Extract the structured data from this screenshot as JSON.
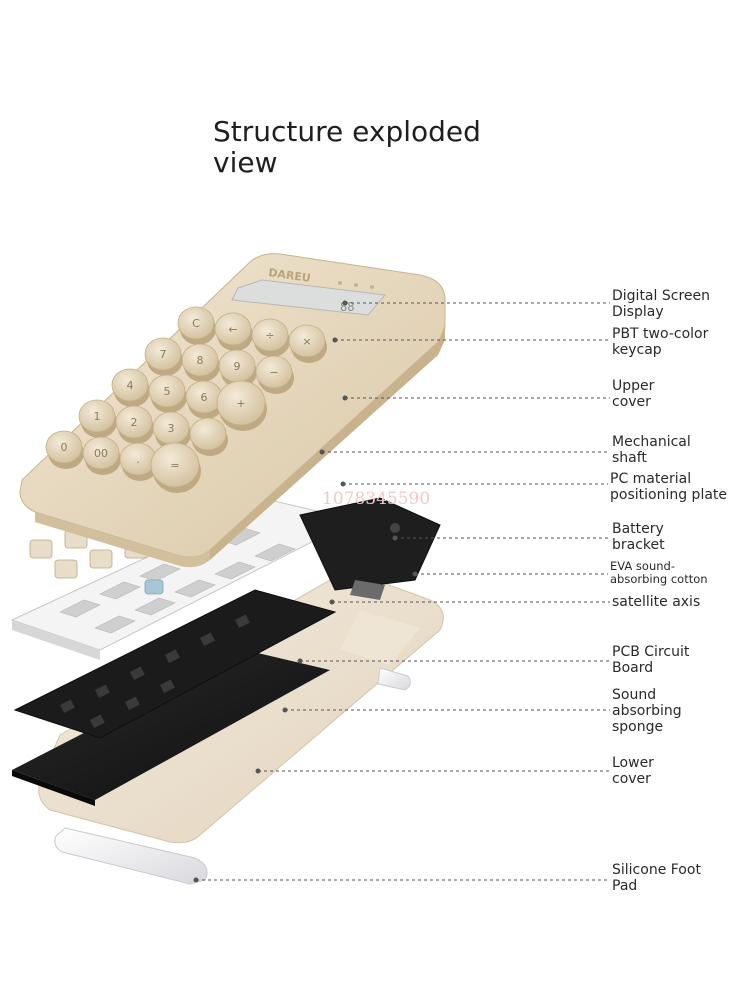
{
  "title": "Structure exploded view",
  "brand": "DAREU",
  "watermark": "1078345590",
  "display_digits": "88",
  "keys": [
    [
      "C",
      "←",
      "÷",
      "×"
    ],
    [
      "7",
      "8",
      "9",
      "−"
    ],
    [
      "4",
      "5",
      "6",
      "+"
    ],
    [
      "1",
      "2",
      "3",
      ""
    ],
    [
      "0",
      "00",
      ".",
      "="
    ]
  ],
  "labels": [
    {
      "key": "digital-screen-display",
      "lines": [
        "Digital Screen",
        "Display"
      ]
    },
    {
      "key": "pbt-keycap",
      "lines": [
        "PBT two-color",
        "keycap"
      ]
    },
    {
      "key": "upper-cover",
      "lines": [
        "Upper",
        "cover"
      ]
    },
    {
      "key": "mechanical-shaft",
      "lines": [
        "Mechanical",
        "shaft"
      ]
    },
    {
      "key": "positioning-plate",
      "lines": [
        "PC material",
        "positioning plate"
      ]
    },
    {
      "key": "battery-bracket",
      "lines": [
        "Battery",
        "bracket"
      ]
    },
    {
      "key": "eva-cotton",
      "lines": [
        "EVA sound-",
        "absorbing cotton"
      ]
    },
    {
      "key": "satellite-axis",
      "lines": [
        "satellite axis"
      ]
    },
    {
      "key": "pcb-board",
      "lines": [
        "PCB Circuit",
        "Board"
      ]
    },
    {
      "key": "sound-sponge",
      "lines": [
        "Sound",
        "absorbing",
        "sponge"
      ]
    },
    {
      "key": "lower-cover",
      "lines": [
        "Lower",
        "cover"
      ]
    },
    {
      "key": "silicone-foot-pad",
      "lines": [
        "Silicone Foot",
        "Pad"
      ]
    }
  ],
  "colors": {
    "shell": "#e9dcc4",
    "shell_dark": "#cdb995",
    "keycap": "#e3d4b8",
    "plate": "#f2f2f2",
    "pcb": "#1d1d1d",
    "leader": "#555555"
  }
}
